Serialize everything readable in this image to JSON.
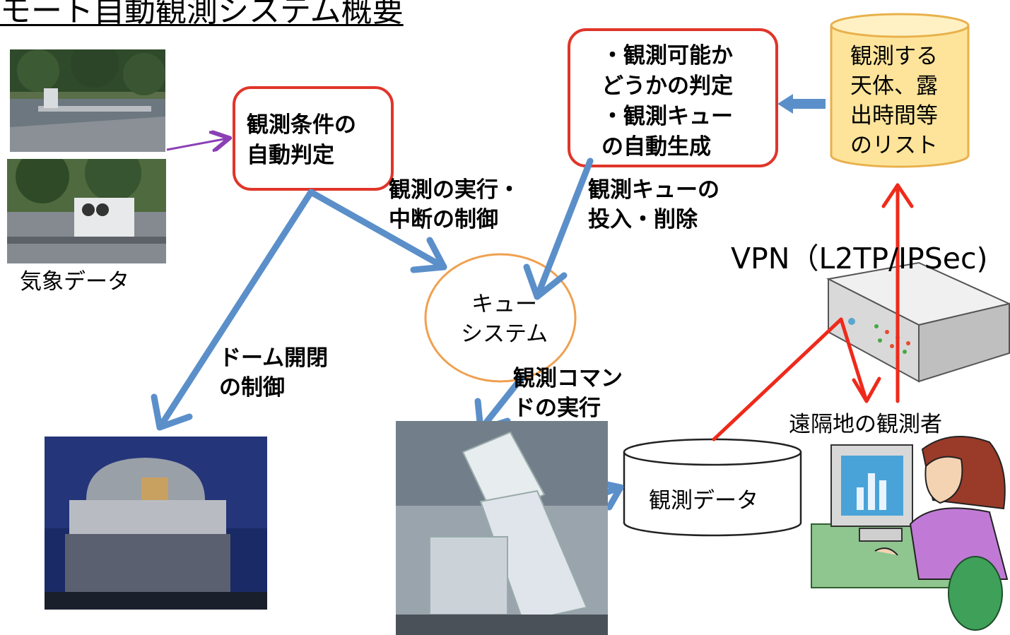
{
  "title": "モート自動観測システム概要",
  "weather_label": "気象データ",
  "judge_box": {
    "lines": [
      "観測条件の",
      "自動判定"
    ]
  },
  "queue_gen_box": {
    "lines": [
      "・観測可能か",
      "どうかの判定",
      "・観測キュー",
      "の自動生成"
    ]
  },
  "target_list": {
    "lines": [
      "観測する",
      "天体、露",
      "出時間等",
      "のリスト"
    ]
  },
  "queue_system": {
    "lines": [
      "キュー",
      "システム"
    ]
  },
  "exec_label": {
    "lines": [
      "観測の実行・",
      "中断の制御"
    ]
  },
  "queue_io_label": {
    "lines": [
      "観測キューの",
      "投入・削除"
    ]
  },
  "dome_label": {
    "lines": [
      "ドーム開閉",
      "の制御"
    ]
  },
  "command_label": {
    "lines": [
      "観測コマン",
      "ドの実行"
    ]
  },
  "obs_data": "観測データ",
  "vpn_label": "VPN（L2TP/IPSec)",
  "remote_label": "遠隔地の観測者",
  "colors": {
    "red_box": "#e0352a",
    "blue_arrow": "#5b8fc9",
    "purple_arrow": "#8b3fb5",
    "red_arrow": "#ee2a1b",
    "queue_orange": "#f0a050",
    "cylinder_yellow": "#fde49a"
  }
}
